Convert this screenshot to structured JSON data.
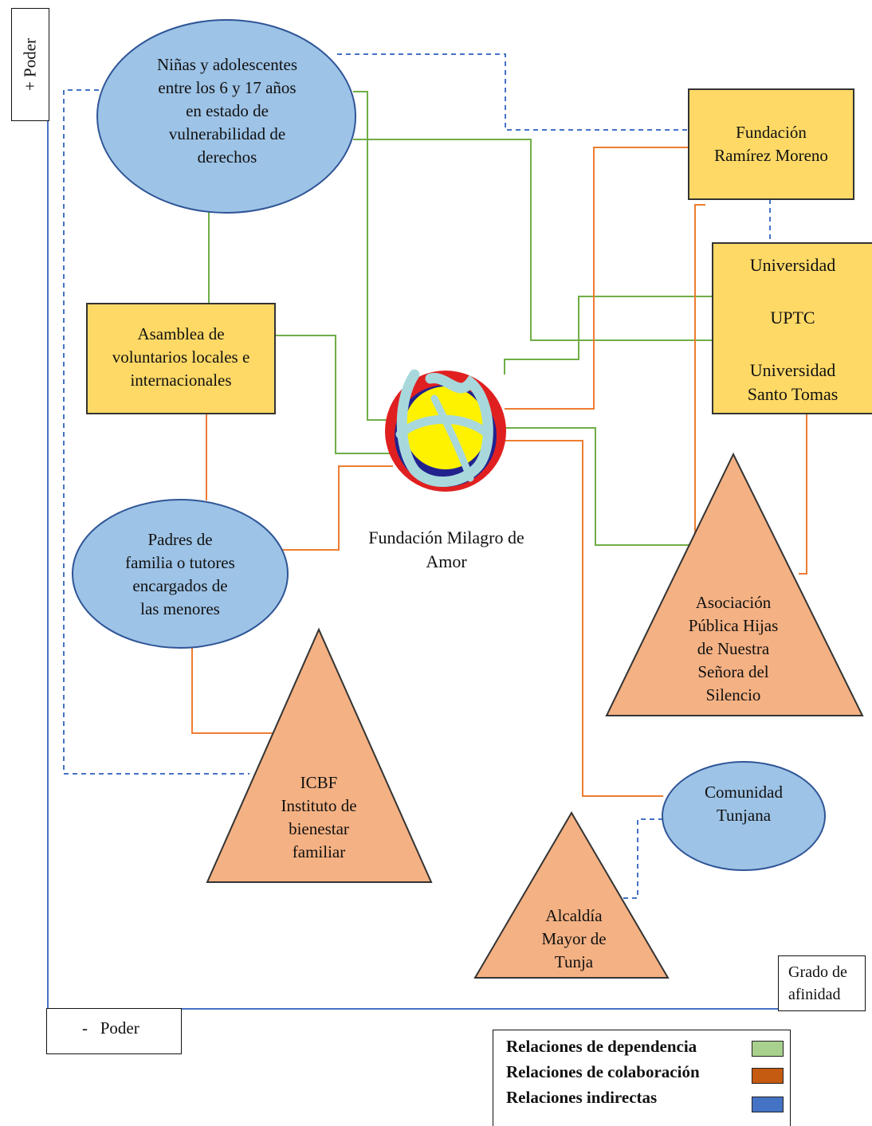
{
  "axes": {
    "power_high_label": "+ Poder",
    "power_low_label": "-   Poder",
    "affinity_label_line1": "Grado de",
    "affinity_label_line2": "afinidad"
  },
  "center_label_line1": "Fundación Milagro de",
  "center_label_line2": "Amor",
  "nodes": {
    "ninas": {
      "shape": "ellipse",
      "lines": [
        "Niñas y adolescentes",
        "entre los 6 y 17 años",
        "en estado de",
        "vulnerabilidad de",
        "derechos"
      ]
    },
    "asamblea": {
      "shape": "rectangle",
      "lines": [
        "Asamblea de",
        "voluntarios locales e",
        "internacionales"
      ]
    },
    "padres": {
      "shape": "ellipse",
      "lines": [
        "Padres de",
        "familia o tutores",
        "encargados de",
        "las menores"
      ]
    },
    "icbf": {
      "shape": "triangle",
      "lines": [
        "ICBF",
        "Instituto de",
        "bienestar",
        "familiar"
      ]
    },
    "ramirez": {
      "shape": "rectangle",
      "lines": [
        "Fundación",
        "Ramírez Moreno"
      ]
    },
    "universidad": {
      "shape": "rectangle",
      "lines": [
        "Universidad",
        "UPTC",
        "Universidad",
        "Santo Tomas"
      ]
    },
    "asociacion": {
      "shape": "triangle",
      "lines": [
        "Asociación",
        "Pública Hijas",
        "de Nuestra",
        "Señora del",
        "Silencio"
      ]
    },
    "comunidad": {
      "shape": "ellipse",
      "lines": [
        "Comunidad",
        "Tunjana"
      ]
    },
    "alcaldia": {
      "shape": "triangle",
      "lines": [
        "Alcaldía",
        "Mayor de",
        "Tunja"
      ]
    }
  },
  "legend": {
    "dependencia": "Relaciones de dependencia",
    "colaboracion": "Relaciones de colaboración",
    "indirectas": "Relaciones indirectas"
  },
  "colors": {
    "ellipse_fill": "#9DC3E6",
    "rect_fill": "#FFD966",
    "triangle_fill": "#F4B183",
    "dependencia": "#70AD47",
    "colaboracion": "#ED7D31",
    "indirectas": "#4472C4",
    "legend_dependencia": "#A9D18E",
    "legend_colaboracion": "#C55A11",
    "legend_indirectas": "#4472C4"
  }
}
